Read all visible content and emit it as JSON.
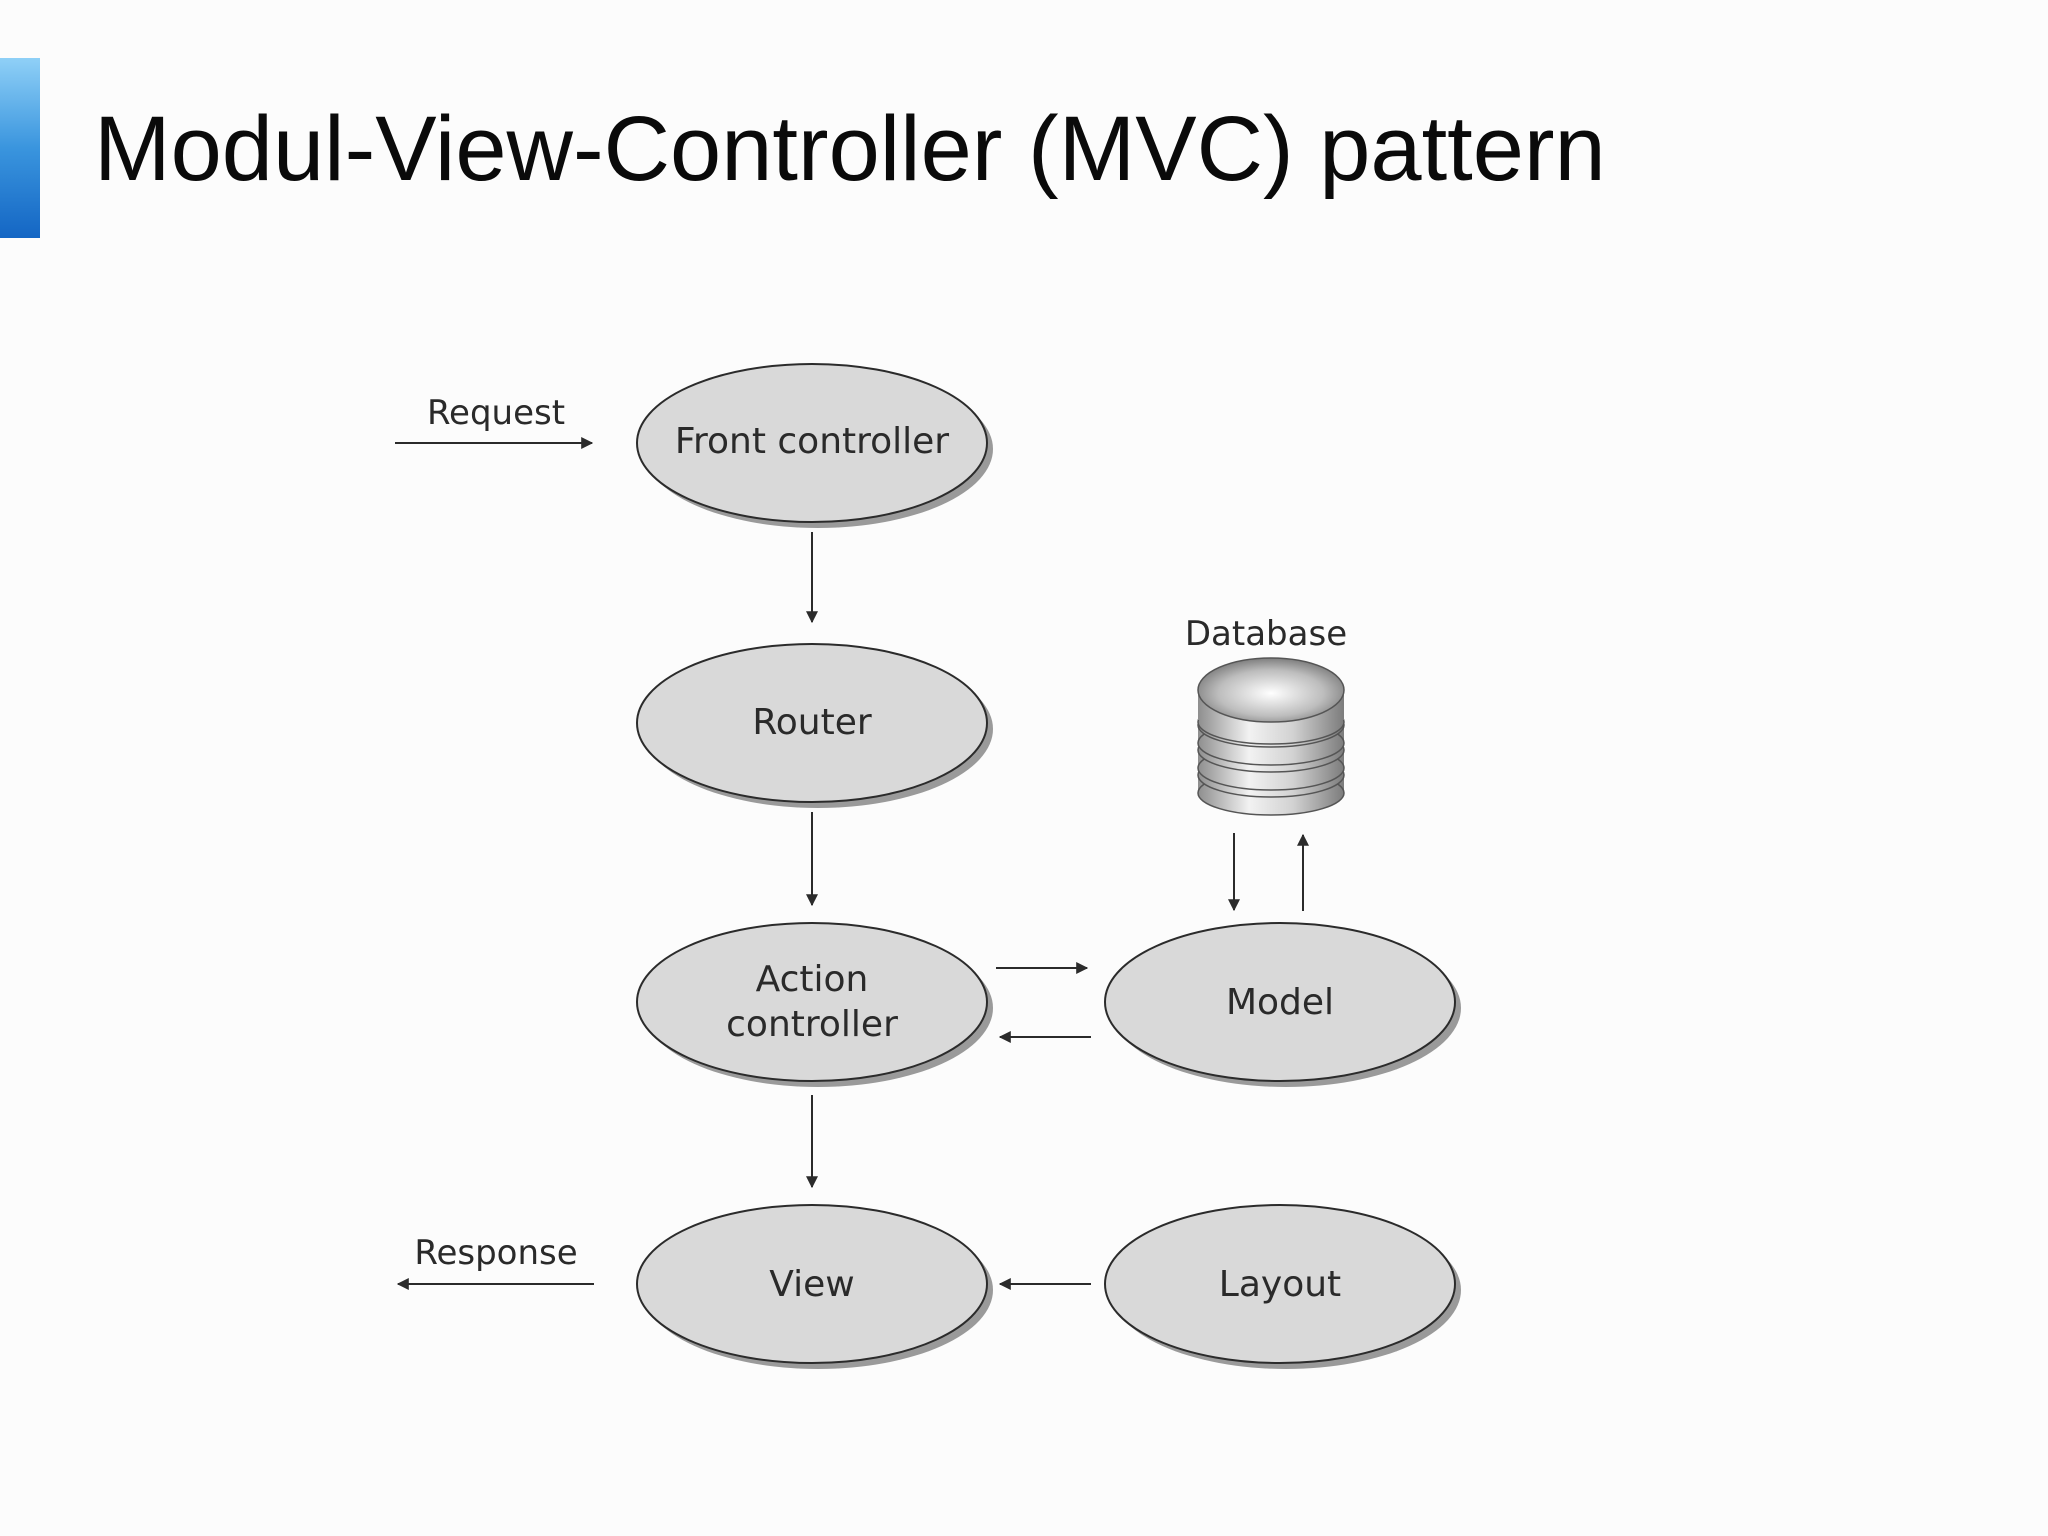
{
  "slide": {
    "title": "Modul-View-Controller (MVC) pattern"
  },
  "colors": {
    "accent_top": "#8fd0f7",
    "accent_bottom": "#1466c4",
    "node_fill": "#d9d9d9",
    "node_stroke": "#2b2b2b",
    "node_shadow": "#9a9a9a"
  },
  "diagram": {
    "nodes": {
      "front_controller": "Front controller",
      "router": "Router",
      "action_controller_line1": "Action",
      "action_controller_line2": "controller",
      "model": "Model",
      "view": "View",
      "layout": "Layout",
      "database": "Database"
    },
    "edges": {
      "request": "Request",
      "response": "Response"
    },
    "icons": {
      "database": "database-icon"
    }
  }
}
